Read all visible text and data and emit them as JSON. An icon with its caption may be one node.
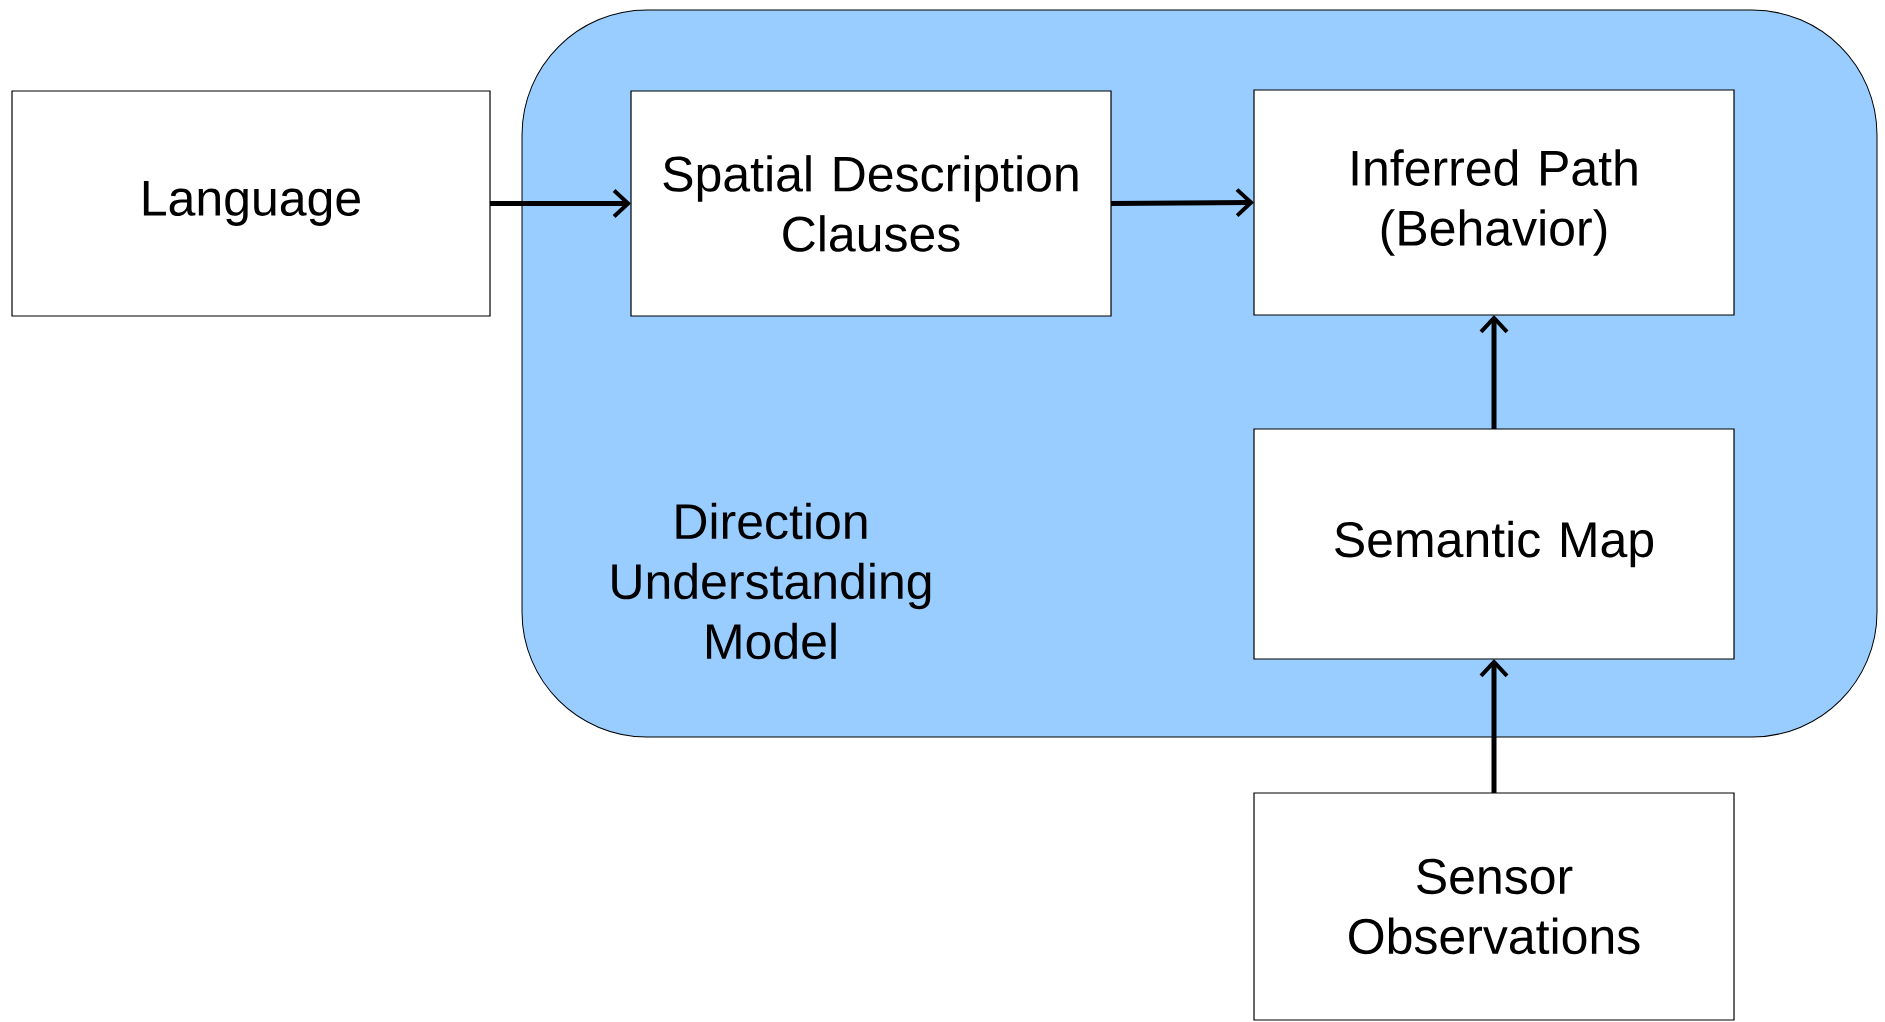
{
  "diagram": {
    "nodes": [
      {
        "text": [
          "Language"
        ]
      },
      {
        "text": [
          "Direction Understanding Model"
        ]
      },
      {
        "text": [
          "Spatial Description Clauses"
        ],
        "in": 1
      },
      {
        "text": [
          "Inferred Path (Behavior)"
        ],
        "in": 1
      },
      {
        "text": [
          "Semantic Map"
        ],
        "in": 1
      },
      {
        "text": [
          "Sensor Observations"
        ]
      }
    ],
    "edges": [
      {
        "from": 0,
        "to": 2,
        "arrow": "to"
      },
      {
        "from": 2,
        "to": 3,
        "arrow": "to"
      },
      {
        "from": 4,
        "to": 3,
        "arrow": "to"
      },
      {
        "from": 5,
        "to": 4,
        "arrow": "to"
      }
    ]
  }
}
